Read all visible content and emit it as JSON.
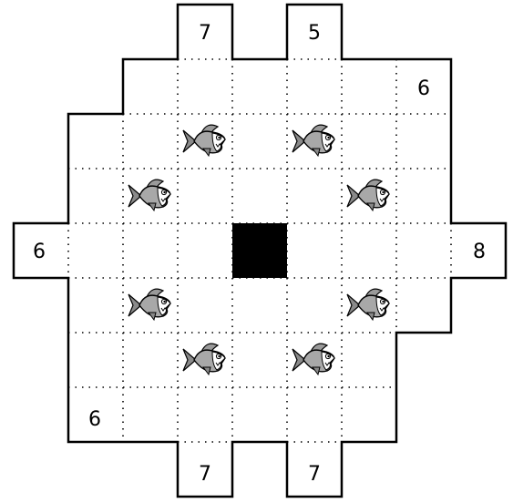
{
  "puzzle": {
    "clues": [
      {
        "id": "top-1",
        "label": "7"
      },
      {
        "id": "top-2",
        "label": "5"
      },
      {
        "id": "right-1",
        "label": "8"
      },
      {
        "id": "left-1",
        "label": "6"
      },
      {
        "id": "bottom-1",
        "label": "7"
      },
      {
        "id": "bottom-2",
        "label": "7"
      },
      {
        "id": "inner-top-right",
        "label": "6"
      },
      {
        "id": "inner-bottom-left",
        "label": "6"
      }
    ],
    "pieces": {
      "fish_icon": "piranha-icon",
      "fish_count": 8,
      "blocked_cell_count": 1
    },
    "colors": {
      "border": "#000000",
      "grid_dots": "#000000",
      "fish_body": "#a8a8a8",
      "blocked": "#000000"
    }
  }
}
